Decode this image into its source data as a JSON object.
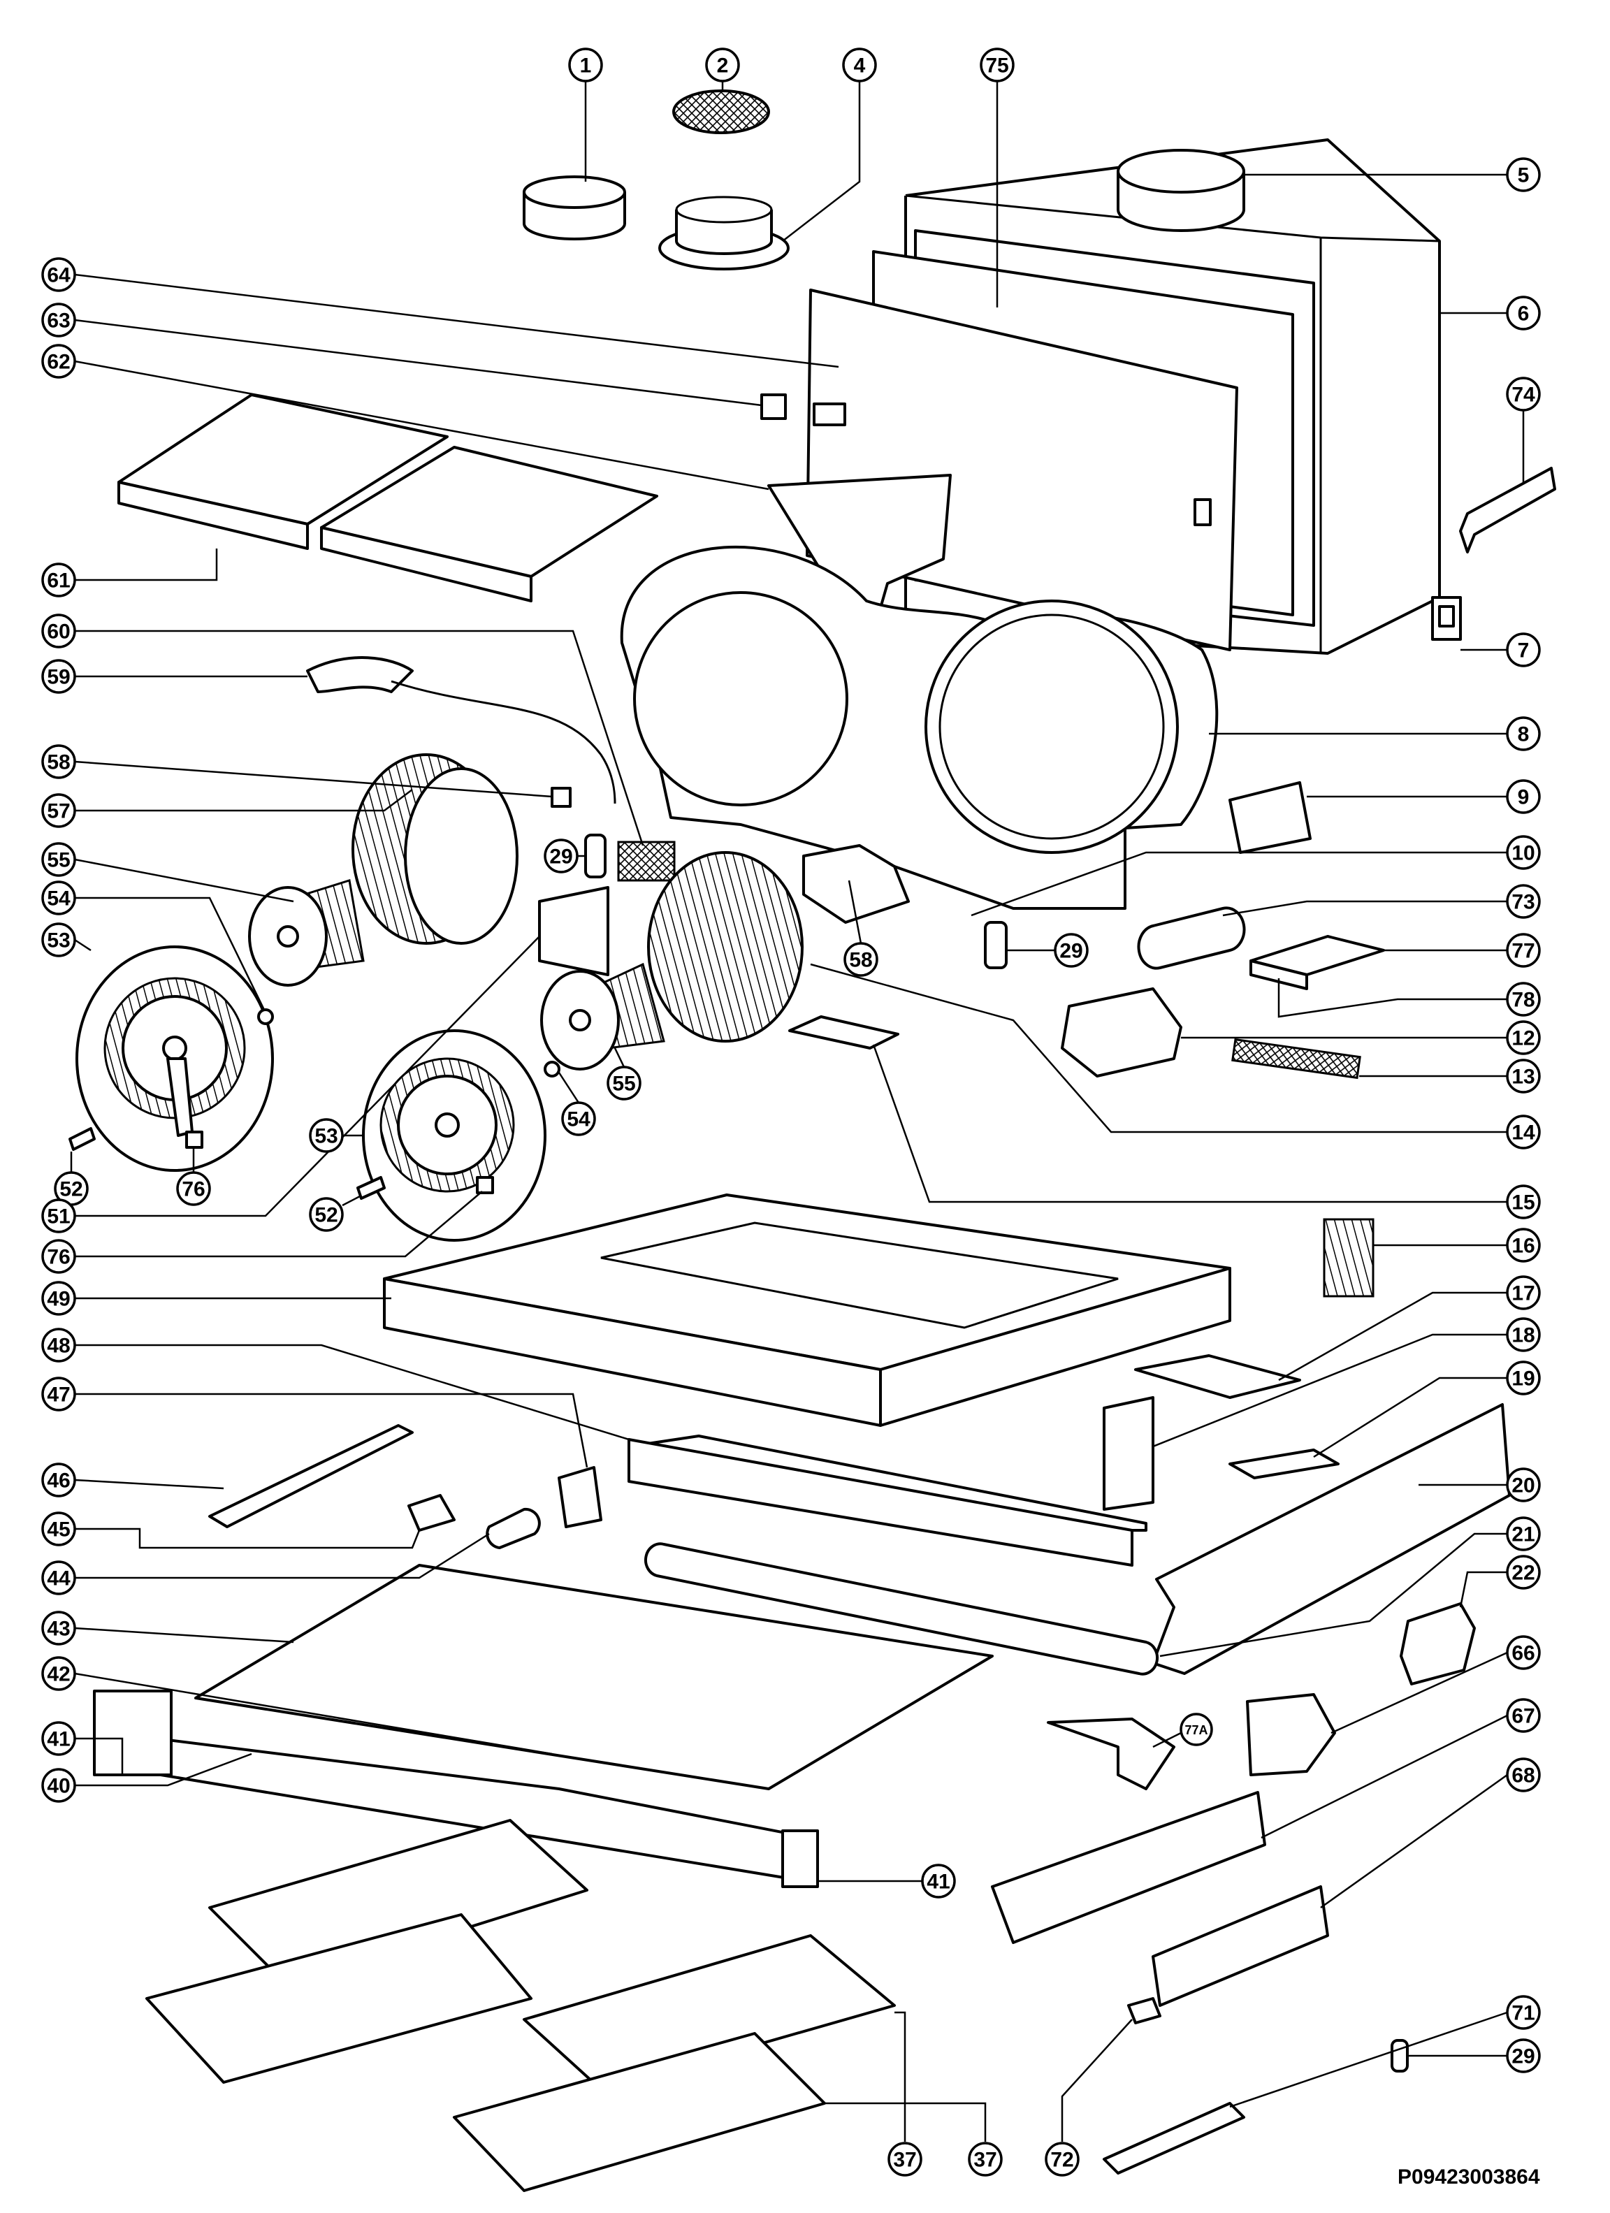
{
  "document_number": "P09423003864",
  "callouts": [
    {
      "id": "c1",
      "label": "1"
    },
    {
      "id": "c2",
      "label": "2"
    },
    {
      "id": "c4",
      "label": "4"
    },
    {
      "id": "c75",
      "label": "75"
    },
    {
      "id": "c5",
      "label": "5"
    },
    {
      "id": "c6",
      "label": "6"
    },
    {
      "id": "c74",
      "label": "74"
    },
    {
      "id": "c7",
      "label": "7"
    },
    {
      "id": "c8",
      "label": "8"
    },
    {
      "id": "c9",
      "label": "9"
    },
    {
      "id": "c10",
      "label": "10"
    },
    {
      "id": "c73",
      "label": "73"
    },
    {
      "id": "c77",
      "label": "77"
    },
    {
      "id": "c78",
      "label": "78"
    },
    {
      "id": "c12",
      "label": "12"
    },
    {
      "id": "c13",
      "label": "13"
    },
    {
      "id": "c14",
      "label": "14"
    },
    {
      "id": "c15",
      "label": "15"
    },
    {
      "id": "c16",
      "label": "16"
    },
    {
      "id": "c17",
      "label": "17"
    },
    {
      "id": "c18",
      "label": "18"
    },
    {
      "id": "c19",
      "label": "19"
    },
    {
      "id": "c20",
      "label": "20"
    },
    {
      "id": "c21",
      "label": "21"
    },
    {
      "id": "c22",
      "label": "22"
    },
    {
      "id": "c66",
      "label": "66"
    },
    {
      "id": "c67",
      "label": "67"
    },
    {
      "id": "c68",
      "label": "68"
    },
    {
      "id": "c71",
      "label": "71"
    },
    {
      "id": "c29r",
      "label": "29"
    },
    {
      "id": "c64",
      "label": "64"
    },
    {
      "id": "c63",
      "label": "63"
    },
    {
      "id": "c62",
      "label": "62"
    },
    {
      "id": "c61",
      "label": "61"
    },
    {
      "id": "c60",
      "label": "60"
    },
    {
      "id": "c59",
      "label": "59"
    },
    {
      "id": "c58l",
      "label": "58"
    },
    {
      "id": "c57",
      "label": "57"
    },
    {
      "id": "c55l",
      "label": "55"
    },
    {
      "id": "c54l",
      "label": "54"
    },
    {
      "id": "c53l",
      "label": "53"
    },
    {
      "id": "c52l",
      "label": "52"
    },
    {
      "id": "c76l",
      "label": "76"
    },
    {
      "id": "c51",
      "label": "51"
    },
    {
      "id": "c29a",
      "label": "29"
    },
    {
      "id": "c58m",
      "label": "58"
    },
    {
      "id": "c29b",
      "label": "29"
    },
    {
      "id": "c55m",
      "label": "55"
    },
    {
      "id": "c54m",
      "label": "54"
    },
    {
      "id": "c53m",
      "label": "53"
    },
    {
      "id": "c52m",
      "label": "52"
    },
    {
      "id": "c76m",
      "label": "76"
    },
    {
      "id": "c49",
      "label": "49"
    },
    {
      "id": "c48",
      "label": "48"
    },
    {
      "id": "c47",
      "label": "47"
    },
    {
      "id": "c46",
      "label": "46"
    },
    {
      "id": "c45",
      "label": "45"
    },
    {
      "id": "c44",
      "label": "44"
    },
    {
      "id": "c43",
      "label": "43"
    },
    {
      "id": "c42",
      "label": "42"
    },
    {
      "id": "c41l",
      "label": "41"
    },
    {
      "id": "c40",
      "label": "40"
    },
    {
      "id": "c41r",
      "label": "41"
    },
    {
      "id": "c77a",
      "label": "77A"
    },
    {
      "id": "c37l",
      "label": "37"
    },
    {
      "id": "c37r",
      "label": "37"
    },
    {
      "id": "c72",
      "label": "72"
    }
  ]
}
